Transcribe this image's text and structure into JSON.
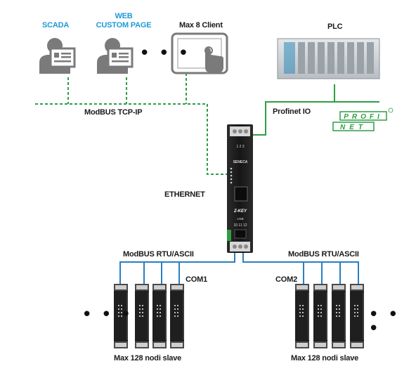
{
  "labels": {
    "scada": "SCADA",
    "web_line1": "WEB",
    "web_line2": "CUSTOM PAGE",
    "max8_client": "Max 8 Client",
    "plc": "PLC",
    "modbus_tcp": "ModBUS TCP-IP",
    "profinet_io": "Profinet IO",
    "profinet_logo_top": "PROFI",
    "profinet_logo_bottom": "NET",
    "ethernet": "ETHERNET",
    "modbus_rtu_left": "ModBUS RTU/ASCII",
    "modbus_rtu_right": "ModBUS RTU/ASCII",
    "com1": "COM1",
    "com2": "COM2",
    "slaves_left": "Max 128 nodi slave",
    "slaves_right": "Max 128 nodi slave",
    "ellipsis": "• • •"
  },
  "device": {
    "brand": "SENECA",
    "model": "Z-KEY",
    "terminals_top": "1 2 3",
    "usb": "USB",
    "terminals_bottom": "10 11 12"
  },
  "colors": {
    "ethernet_line": "#2e9e44",
    "profinet_line": "#2e9e44",
    "serial_line": "#2a7fc1",
    "client_icon": "#7a7a7a",
    "device_body": "#1d1d1d",
    "label_accent": "#1e9ad6",
    "profinet_green": "#2e9e44"
  }
}
